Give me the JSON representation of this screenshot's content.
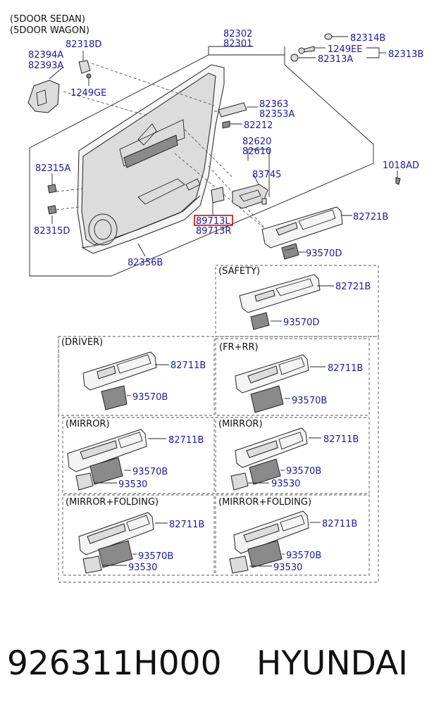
{
  "headers": {
    "sedan": "(5DOOR SEDAN)",
    "wagon": "(5DOOR WAGON)",
    "safety": "(SAFETY)",
    "driver": "(DRIVER)",
    "fr_rr": "(FR+RR)",
    "mirror_l": "(MIRROR)",
    "mirror_r": "(MIRROR)",
    "mirror_folding_l": "(MIRROR+FOLDING)",
    "mirror_folding_r": "(MIRROR+FOLDING)"
  },
  "labels": {
    "p82302": "82302",
    "p82301": "82301",
    "p82314B": "82314B",
    "p1249EE": "1249EE",
    "p82313B": "82313B",
    "p82313A": "82313A",
    "p82318D": "82318D",
    "p82394A": "82394A",
    "p82393A": "82393A",
    "p1249GE": "1249GE",
    "p82363": "82363",
    "p82353A": "82353A",
    "p82212": "82212",
    "p82620": "82620",
    "p82610": "82610",
    "p83745": "83745",
    "p1018AD": "1018AD",
    "p82315A": "82315A",
    "p82315D": "82315D",
    "p89713L": "89713L",
    "p89713R": "89713R",
    "p82721B": "82721B",
    "p93570D": "93570D",
    "p82356B": "82356B",
    "safety_82721B": "82721B",
    "safety_93570D": "93570D",
    "driver_82711B": "82711B",
    "driver_93570B": "93570B",
    "frrr_82711B": "82711B",
    "frrr_93570B": "93570B",
    "mirl_82711B": "82711B",
    "mirl_93570B": "93570B",
    "mirl_93530": "93530",
    "mirr_82711B": "82711B",
    "mirr_93570B": "93570B",
    "mirr_93530": "93530",
    "mfl_82711B": "82711B",
    "mfl_93570B": "93570B",
    "mfl_93530": "93530",
    "mfr_82711B": "82711B",
    "mfr_93570B": "93570B",
    "mfr_93530": "93530"
  },
  "footer": {
    "part_number": "926311H000",
    "brand": "HYUNDAI"
  },
  "colors": {
    "label": "#1a1aa8",
    "highlight": "#e00000"
  }
}
